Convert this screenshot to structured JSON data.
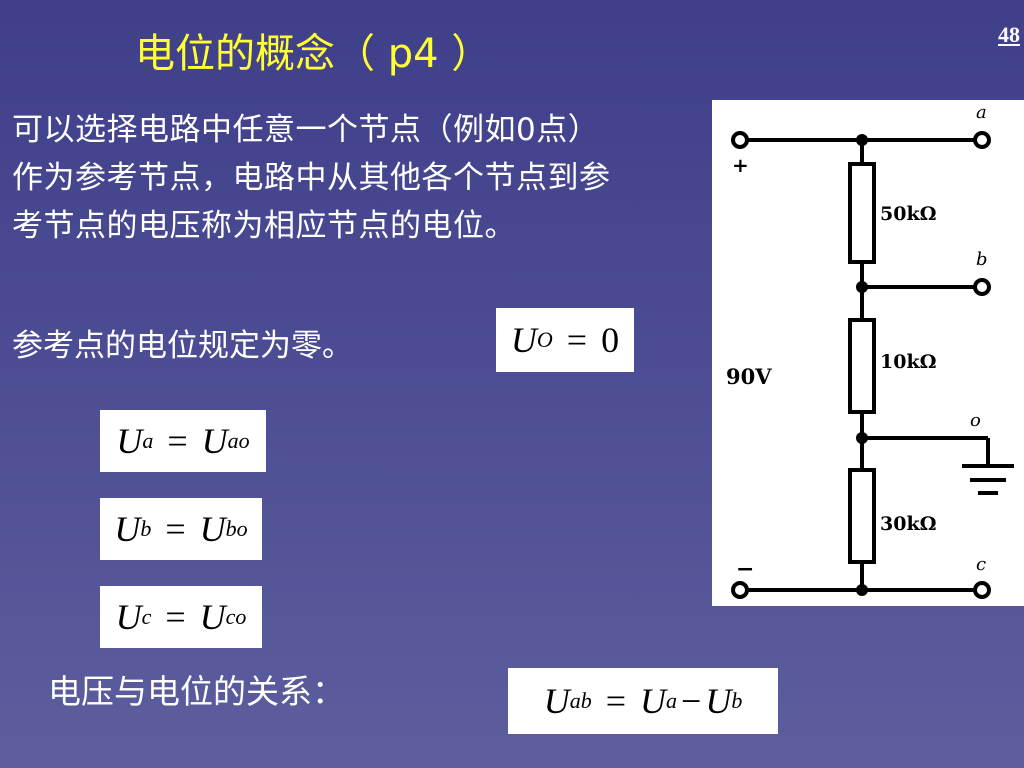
{
  "title": "电位的概念（ p4 ）",
  "page_number": "48",
  "paragraph": "可以选择电路中任意一个节点（例如0点）作为参考节点，电路中从其他各个节点到参考节点的电压称为相应节点的电位。",
  "reference_note": "参考点的电位规定为零。",
  "relation_label": "电压与电位的关系：",
  "formulas": {
    "uo": {
      "var": "U",
      "sub": "O",
      "op": "=",
      "rhs": "0"
    },
    "ua": {
      "var": "U",
      "sub": "a",
      "op": "=",
      "rhs_var": "U",
      "rhs_sub": "ao"
    },
    "ub": {
      "var": "U",
      "sub": "b",
      "op": "=",
      "rhs_var": "U",
      "rhs_sub": "bo"
    },
    "uc": {
      "var": "U",
      "sub": "c",
      "op": "=",
      "rhs_var": "U",
      "rhs_sub": "co"
    },
    "uab": {
      "var": "U",
      "sub": "ab",
      "op": "=",
      "rhs_var1": "U",
      "rhs_sub1": "a",
      "minus": "−",
      "rhs_var2": "U",
      "rhs_sub2": "b"
    }
  },
  "circuit": {
    "node_a": "a",
    "node_b": "b",
    "node_o": "o",
    "node_c": "c",
    "plus": "+",
    "minus": "−",
    "source": "90V",
    "r1": "50kΩ",
    "r2": "10kΩ",
    "r3": "30kΩ"
  },
  "colors": {
    "title": "#ffff33",
    "text": "#ffffff",
    "background": "#4b4c93"
  }
}
